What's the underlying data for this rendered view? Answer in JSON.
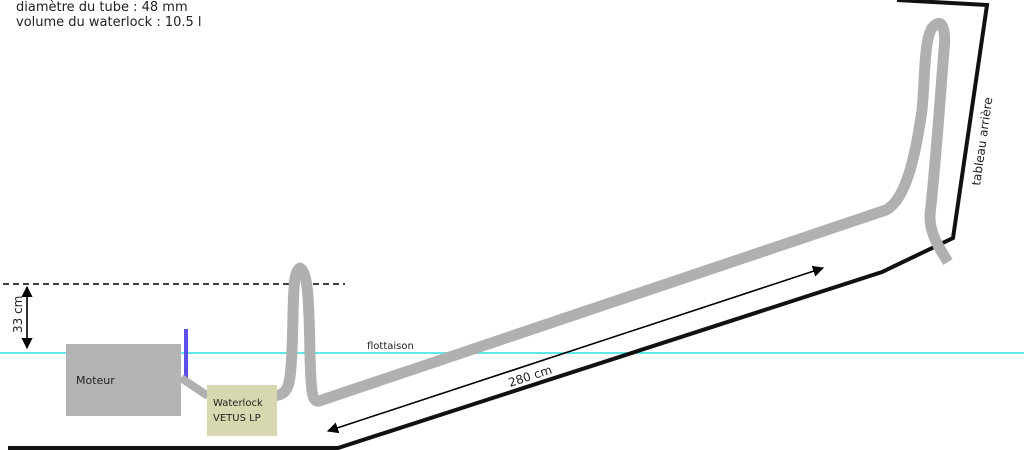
{
  "info": {
    "tube_diameter": "diamètre du tube : 48 mm",
    "waterlock_volume": "volume du waterlock : 10.5 l"
  },
  "labels": {
    "engine": "Moteur",
    "waterlock_line1": "Waterlock",
    "waterlock_line2": "VETUS LP",
    "waterline": "flottaison",
    "transom": "tableau arrière",
    "height": "33 cm",
    "length": "280 cm"
  },
  "colors": {
    "hull": "#111111",
    "waterline": "#5fe8ea",
    "tube": "#b0b0b0",
    "engine": "#b4b4b4",
    "waterlock": "#d8d8b0",
    "riser": "#5a4fe6",
    "arrow": "#000000"
  }
}
